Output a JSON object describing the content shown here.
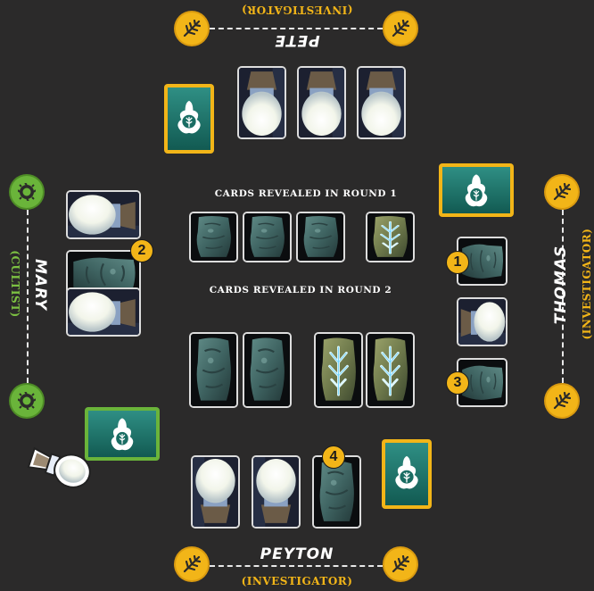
{
  "players": {
    "top": {
      "name": "PETE",
      "role": "(INVESTIGATOR)"
    },
    "left": {
      "name": "MARY",
      "role": "(CULTIST)"
    },
    "right": {
      "name": "THOMAS",
      "role": "(INVESTIGATOR)"
    },
    "bottom": {
      "name": "PEYTON",
      "role": "(INVESTIGATOR)"
    }
  },
  "rounds": [
    {
      "label": "CARDS REVEALED IN ROUND 1",
      "cards": [
        "empty",
        "empty",
        "empty",
        "elder-sign"
      ]
    },
    {
      "label": "CARDS REVEALED IN ROUND 2",
      "cards": [
        "empty",
        "empty",
        "elder-sign",
        "elder-sign"
      ]
    }
  ],
  "callouts": [
    "1",
    "2",
    "3",
    "4"
  ],
  "colors": {
    "investigator": "#f2b518",
    "cultist": "#6ab43a",
    "background": "#2b2a2a"
  }
}
